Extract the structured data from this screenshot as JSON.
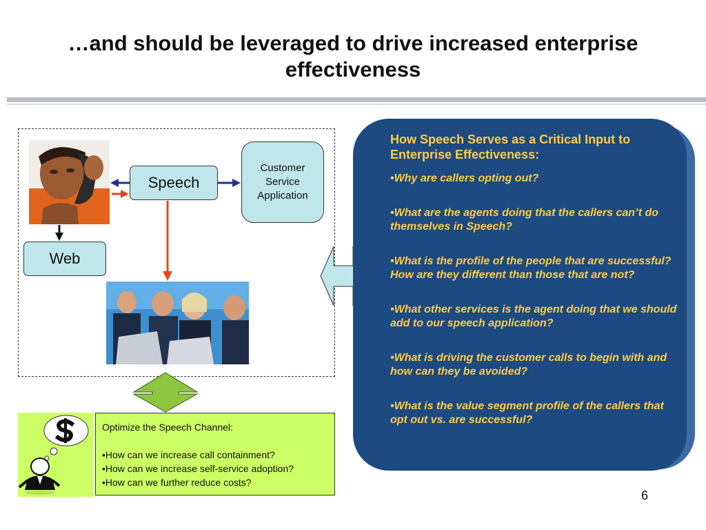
{
  "slide": {
    "title": "…and should be leveraged to drive increased enterprise effectiveness",
    "page_number": "6"
  },
  "flow": {
    "speech_label": "Speech",
    "web_label": "Web",
    "customer_service_app": [
      "Customer",
      "Service",
      "Application"
    ]
  },
  "optimize": {
    "heading": "Optimize the Speech Channel:",
    "bullets": [
      "•How can we increase call containment?",
      "•How can we increase self-service adoption?",
      "•How can we further reduce costs?"
    ]
  },
  "panel": {
    "heading": "How Speech Serves as a  Critical Input to Enterprise Effectiveness:",
    "questions": [
      "•Why are callers opting out?",
      "•What are the agents doing that the callers can’t do themselves in Speech?",
      "•What is the profile of the people that are successful? How are they different than those that are not?",
      "•What other services is the agent doing that we should add to our speech application?",
      "•What is driving the customer calls to begin with and how can they be avoided?",
      "•What is the value segment profile of the callers that opt out vs. are successful?"
    ]
  },
  "colors": {
    "panel_bg": "#1d4a80",
    "panel_text": "#ffcc44",
    "node_fill": "#bfe6ea",
    "optimize_fill": "#ccff66",
    "arrow_red": "#e8461e",
    "arrow_blue": "#2b2e8c",
    "arrow_green": "#8cc63f"
  },
  "icons": [
    "phone-caller-photo",
    "call-center-agents-photo",
    "dollar-thought-bubble-icon",
    "businessman-icon"
  ]
}
